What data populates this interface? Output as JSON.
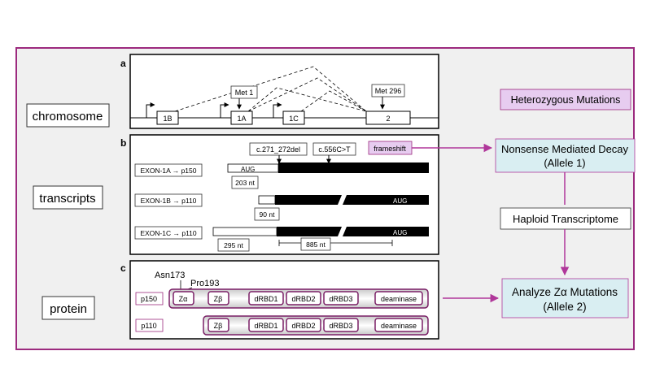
{
  "panel_labels": {
    "a": "a",
    "b": "b",
    "c": "c"
  },
  "left_labels": {
    "chromosome": "chromosome",
    "transcripts": "transcripts",
    "protein": "protein"
  },
  "panel_a": {
    "exons": {
      "e1b": "1B",
      "e1a": "1A",
      "e1c": "1C",
      "e2": "2"
    },
    "met1": "Met 1",
    "met296": "Met 296"
  },
  "panel_b": {
    "mutation1": "c.271_272del",
    "mutation2": "c.556C>T",
    "frameshift": "frameshift",
    "transcript1": {
      "label": "EXON-1A → p150",
      "aug": "AUG",
      "length": "203 nt"
    },
    "transcript2": {
      "label": "EXON-1B → p110",
      "aug": "AUG",
      "length": "90 nt"
    },
    "transcript3": {
      "label": "EXON-1C → p110",
      "aug": "AUG",
      "length1": "295 nt",
      "length2": "885 nt"
    }
  },
  "panel_c": {
    "asn": "Asn173",
    "pro": "Pro193",
    "p150": {
      "label": "p150",
      "domains": [
        "Zα",
        "Zβ",
        "dRBD1",
        "dRBD2",
        "dRBD3",
        "deaminase"
      ]
    },
    "p110": {
      "label": "p110",
      "domains": [
        "Zβ",
        "dRBD1",
        "dRBD2",
        "dRBD3",
        "deaminase"
      ]
    }
  },
  "right": {
    "heterozygous": "Heterozygous Mutations",
    "nmd_line1": "Nonsense Mediated Decay",
    "nmd_line2": "(Allele 1)",
    "haploid": "Haploid Transcriptome",
    "analyze_line1": "Analyze Zα Mutations",
    "analyze_line2": "(Allele 2)"
  },
  "colors": {
    "frame": "#9c2a7e",
    "panel_bg": "#f0f0f0",
    "arrow": "#b0379a",
    "lavender": "#e7ccf0",
    "lightblue": "#d9eef2",
    "domain_border": "#7a1f66"
  }
}
